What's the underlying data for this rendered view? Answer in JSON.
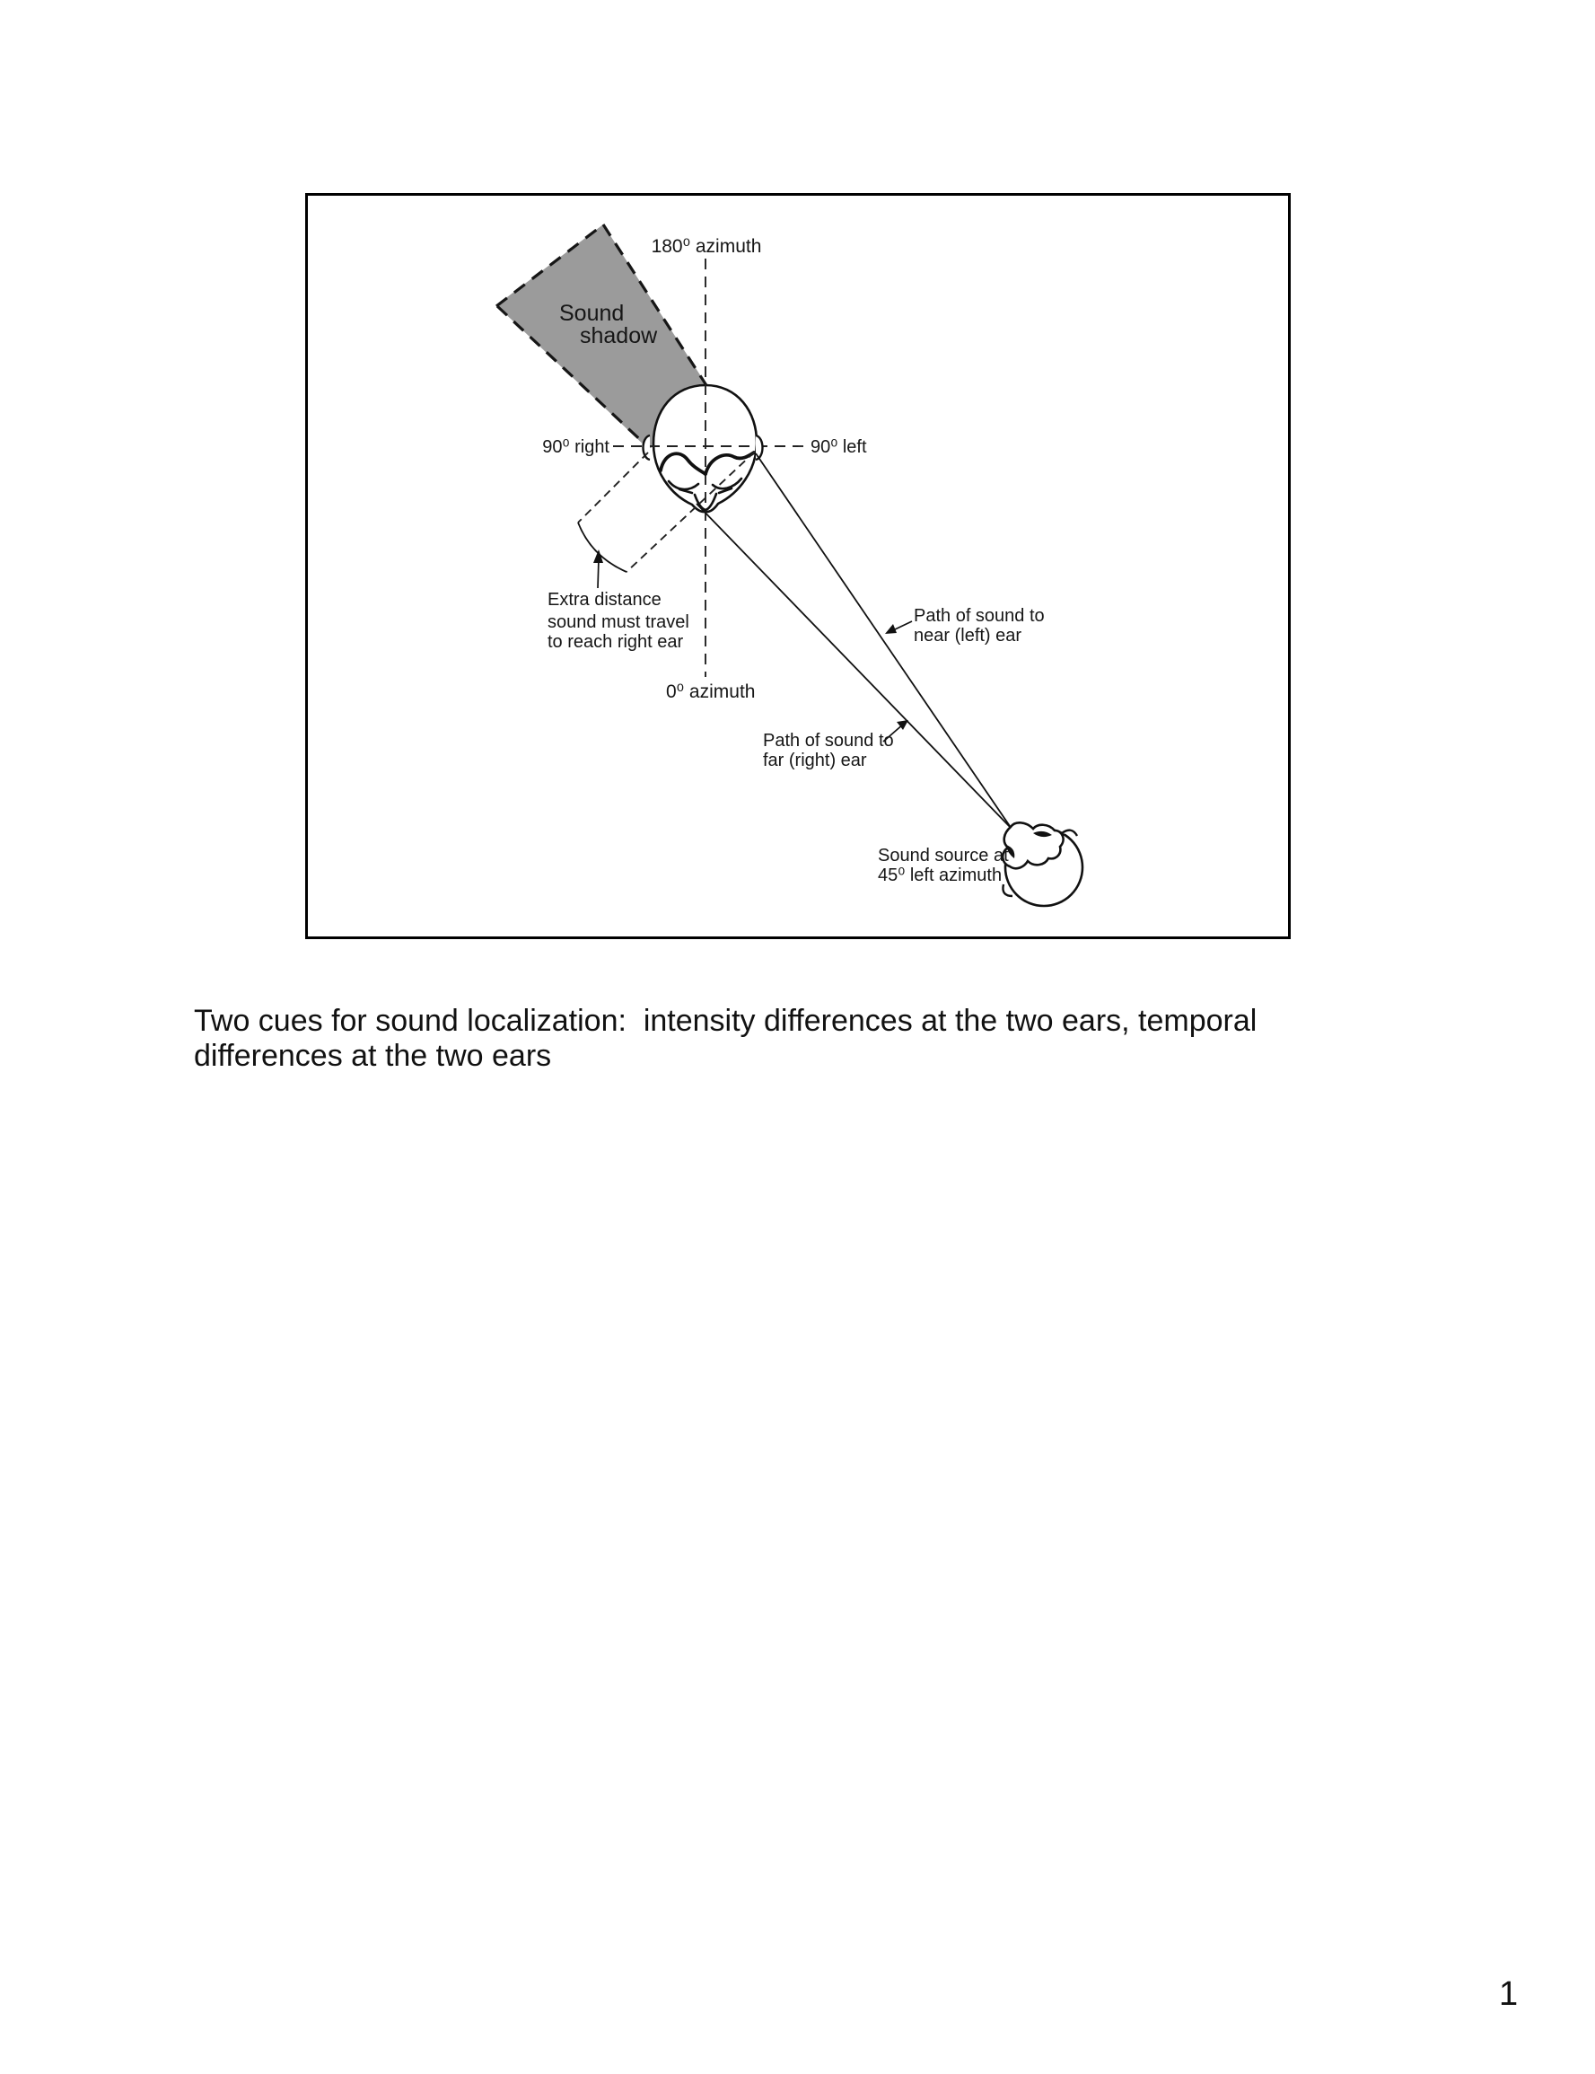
{
  "page": {
    "caption": {
      "line1": "Two cues for sound localization:  intensity differences at the two ears, temporal",
      "line2": "differences at the two ears"
    },
    "page_number": "1"
  },
  "figure": {
    "type": "diagram",
    "subject": "sound localization cues, top view of listener head and sound source",
    "colors": {
      "shadow_gray": "#9b9b9b",
      "ink": "#161616",
      "background": "#ffffff"
    },
    "labels": {
      "azimuth_180": "180⁰ azimuth",
      "azimuth_0": "0⁰ azimuth",
      "right_90": "90⁰ right",
      "left_90": "90⁰ left",
      "shadow_line1": "Sound",
      "shadow_line2": "shadow",
      "extra_line1": "Extra distance",
      "extra_line2": "sound must travel",
      "extra_line3": "to reach right ear",
      "near_path_line1": "Path of sound to",
      "near_path_line2": "near (left) ear",
      "far_path_line1": "Path of sound to",
      "far_path_line2": "far (right) ear",
      "source_line1": "Sound source at",
      "source_line2": "45⁰ left azimuth"
    }
  }
}
